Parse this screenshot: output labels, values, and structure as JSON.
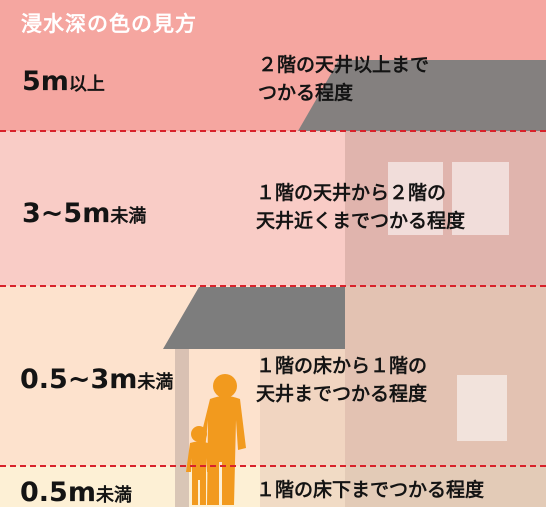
{
  "title": "浸水深の色の見方",
  "colors": {
    "band_top": "#f5a6a0",
    "band_3_5m": "#f9ccc6",
    "band_05_3m": "#fde2cd",
    "band_under_05m": "#fdf0d5",
    "dashed_line": "#d8222a",
    "roof": "#7d7d7d",
    "people": "#f29a1e"
  },
  "levels": [
    {
      "depth_main": "5m",
      "depth_suffix": "以上",
      "desc_line1": "２階の天井以上まで",
      "desc_line2": "つかる程度"
    },
    {
      "depth_main": "3~5m",
      "depth_suffix": "未満",
      "desc_line1": "１階の天井から２階の",
      "desc_line2": "天井近くまでつかる程度"
    },
    {
      "depth_main": "0.5~3m",
      "depth_suffix": "未満",
      "desc_line1": "１階の床から１階の",
      "desc_line2": "天井までつかる程度"
    },
    {
      "depth_main": "0.5m",
      "depth_suffix": "未満",
      "desc_line1": "１階の床下までつかる程度"
    }
  ],
  "illustration": {
    "objects": [
      "two-story-house",
      "one-story-house",
      "adult-silhouette",
      "child-silhouette"
    ]
  }
}
